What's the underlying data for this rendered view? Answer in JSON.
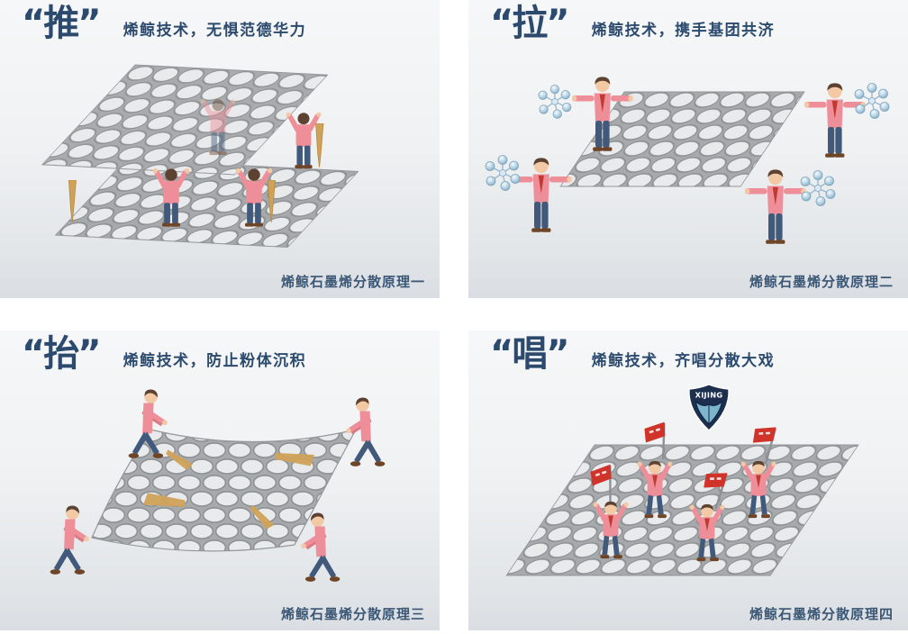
{
  "colors": {
    "heading": "#2b4a6e",
    "caption": "#3a5776",
    "shirt": "#ee8e99",
    "shirt-dark": "#d97983",
    "jeans": "#41597b",
    "skin": "#f2c9a4",
    "hair": "#5d4231",
    "shoe": "#6f4528",
    "tie": "#c13a31",
    "flag": "#d03329",
    "wedge": "#cfa258",
    "logo-navy": "#1d2f4f",
    "logo-teal": "#7cb5ce"
  },
  "logo": {
    "text": "XIJING"
  },
  "panels": [
    {
      "char": "“推”",
      "subtitle": "烯鲸技术，无惧范德华力",
      "caption": "烯鲸石墨烯分散原理一"
    },
    {
      "char": "“拉”",
      "subtitle": "烯鲸技术，携手基团共济",
      "caption": "烯鲸石墨烯分散原理二"
    },
    {
      "char": "“抬”",
      "subtitle": "烯鲸技术，防止粉体沉积",
      "caption": "烯鲸石墨烯分散原理三"
    },
    {
      "char": "“唱”",
      "subtitle": "烯鲸技术，齐唱分散大戏",
      "caption": "烯鲸石墨烯分散原理四"
    }
  ]
}
